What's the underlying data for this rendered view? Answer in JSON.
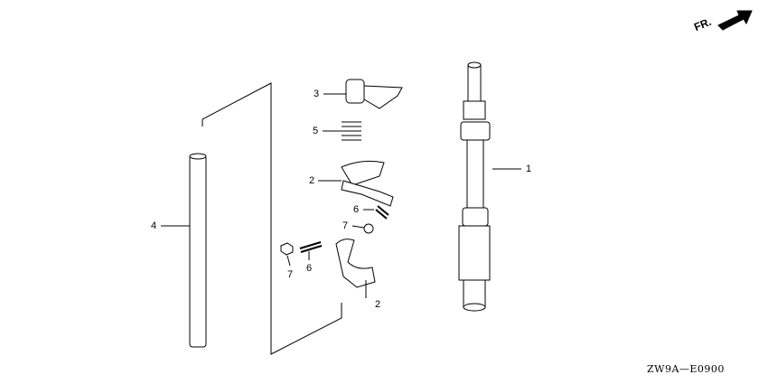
{
  "diagram": {
    "direction_label": "FR.",
    "diagram_code": "ZW9A—E0900",
    "callouts": [
      {
        "number": "1",
        "part": "shaft"
      },
      {
        "number": "2",
        "part": "upper-rocker-arm"
      },
      {
        "number": "2",
        "part": "lower-rocker-arm"
      },
      {
        "number": "3",
        "part": "arm-holder"
      },
      {
        "number": "4",
        "part": "pushrod"
      },
      {
        "number": "5",
        "part": "spring"
      },
      {
        "number": "6",
        "part": "upper-adjusting-screw"
      },
      {
        "number": "6",
        "part": "lower-adjusting-screw"
      },
      {
        "number": "7",
        "part": "upper-nut"
      },
      {
        "number": "7",
        "part": "lower-nut"
      }
    ]
  }
}
